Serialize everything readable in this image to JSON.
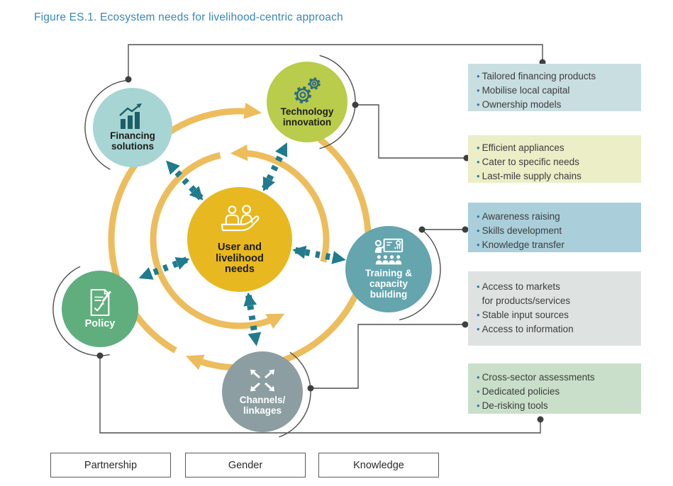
{
  "title": "Figure ES.1. Ecosystem needs for livelihood-centric approach",
  "center": {
    "label": "User and\nlivelihood\nneeds",
    "icon": "people-in-hand-icon",
    "color": "#e8b821"
  },
  "circles": [
    {
      "id": "financing",
      "label": "Financing\nsolutions",
      "icon": "bar-chart-growth-icon",
      "color": "#a7d5d4"
    },
    {
      "id": "technology",
      "label": "Technology\ninnovation",
      "icon": "gears-icon",
      "color": "#b9cc4b"
    },
    {
      "id": "training",
      "label": "Training &\ncapacity\nbuilding",
      "icon": "training-presentation-icon",
      "color": "#64a5ae"
    },
    {
      "id": "policy",
      "label": "Policy",
      "icon": "policy-document-icon",
      "color": "#60ae7e"
    },
    {
      "id": "channels",
      "label": "Channels/\nlinkages",
      "icon": "linkage-arrows-icon",
      "color": "#8c9ea2"
    }
  ],
  "boxes": [
    {
      "linked_circle": "Financing solutions",
      "color": "#c9dee1",
      "items": [
        "Tailored financing products",
        "Mobilise local capital",
        "Ownership models"
      ]
    },
    {
      "linked_circle": "Technology innovation",
      "color": "#ebeec7",
      "items": [
        "Efficient appliances",
        "Cater to specific needs",
        "Last-mile supply chains"
      ]
    },
    {
      "linked_circle": "Training & capacity building",
      "color": "#aacfdb",
      "items": [
        "Awareness raising",
        "Skills development",
        "Knowledge transfer"
      ]
    },
    {
      "linked_circle": "Channels/linkages",
      "color": "#dee3e2",
      "items": [
        "Access to markets\nfor products/services",
        "Stable input sources",
        "Access to information"
      ]
    },
    {
      "linked_circle": "Policy",
      "color": "#c9dfc9",
      "items": [
        "Cross-sector assessments",
        "Dedicated policies",
        "De-risking tools"
      ]
    }
  ],
  "tags": [
    {
      "label": "Partnership"
    },
    {
      "label": "Gender"
    },
    {
      "label": "Knowledge"
    }
  ],
  "colors": {
    "title": "#3a87b8",
    "ring_arrows": "#edbd5d",
    "dashed_arrows": "#1f7b8d",
    "connectors": "#4f4f4f",
    "bullet": "#2d7fa8"
  }
}
